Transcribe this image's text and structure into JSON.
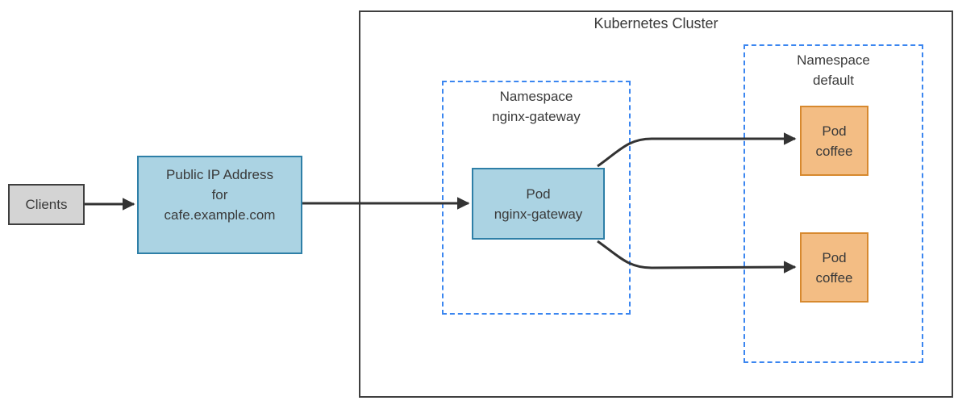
{
  "clients": {
    "label": "Clients"
  },
  "public_ip": {
    "line1": "Public IP Address",
    "line2": "for",
    "line3": "cafe.example.com"
  },
  "cluster": {
    "title": "Kubernetes Cluster"
  },
  "ns_gateway": {
    "title_line1": "Namespace",
    "title_line2": "nginx-gateway",
    "pod_line1": "Pod",
    "pod_line2": "nginx-gateway"
  },
  "ns_default": {
    "title_line1": "Namespace",
    "title_line2": "default",
    "pod1_line1": "Pod",
    "pod1_line2": "coffee",
    "pod2_line1": "Pod",
    "pod2_line2": "coffee"
  },
  "colors": {
    "blue_fill": "#abd3e3",
    "blue_border": "#2e7fa7",
    "orange_fill": "#f3bd84",
    "orange_border": "#d7892e",
    "gray_fill": "#d4d4d4",
    "dark_border": "#3f3f3f",
    "dashed_namespace_blue": "#3b86f0",
    "arrow": "#333333",
    "text": "#3a3a3a",
    "background": "#ffffff"
  }
}
